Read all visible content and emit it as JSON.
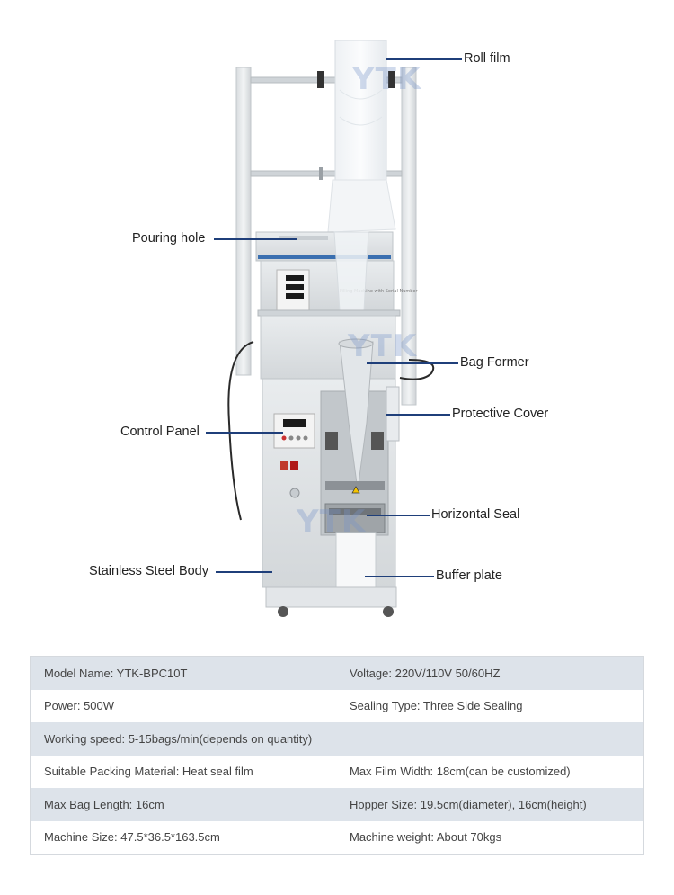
{
  "labels": {
    "roll_film": "Roll film",
    "pouring_hole": "Pouring hole",
    "bag_former": "Bag Former",
    "protective_cover": "Protective Cover",
    "control_panel": "Control Panel",
    "horizontal_seal": "Horizontal Seal",
    "stainless_body": "Stainless Steel Body",
    "buffer_plate": "Buffer plate"
  },
  "watermark": "YTK",
  "machine_panel_text": "Filling Machine with Serial Number",
  "specs": [
    {
      "left": "Model Name:  YTK-BPC10T",
      "right": "Voltage:  220V/110V 50/60HZ"
    },
    {
      "left": "Power:  500W",
      "right": "Sealing Type:  Three Side Sealing"
    },
    {
      "left": "Working speed:  5-15bags/min(depends on quantity)",
      "right": ""
    },
    {
      "left": "Suitable Packing Material:  Heat seal film",
      "right": "Max Film Width:  18cm(can be customized)"
    },
    {
      "left": "Max Bag Length:  16cm",
      "right": "Hopper Size:  19.5cm(diameter), 16cm(height)"
    },
    {
      "left": "Machine Size:  47.5*36.5*163.5cm",
      "right": "Machine weight:  About 70kgs"
    }
  ],
  "colors": {
    "callout_line": "#1f3f7a",
    "table_shade": "#dde3ea",
    "table_border": "#d5d9de"
  }
}
